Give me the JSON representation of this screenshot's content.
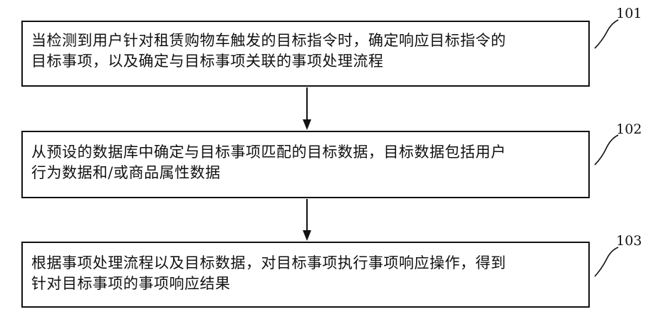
{
  "steps": [
    {
      "id": "101",
      "lines": [
        "当检测到用户针对租赁购物车触发的目标指令时，确定响应目标指令的",
        "目标事项，以及确定与目标事项关联的事项处理流程"
      ]
    },
    {
      "id": "102",
      "lines": [
        "从预设的数据库中确定与目标事项匹配的目标数据，目标数据包括用户",
        "行为数据和/或商品属性数据"
      ]
    },
    {
      "id": "103",
      "lines": [
        "根据事项处理流程以及目标数据，对目标事项执行事项响应操作，得到",
        "针对目标事项的事项响应结果"
      ]
    }
  ]
}
